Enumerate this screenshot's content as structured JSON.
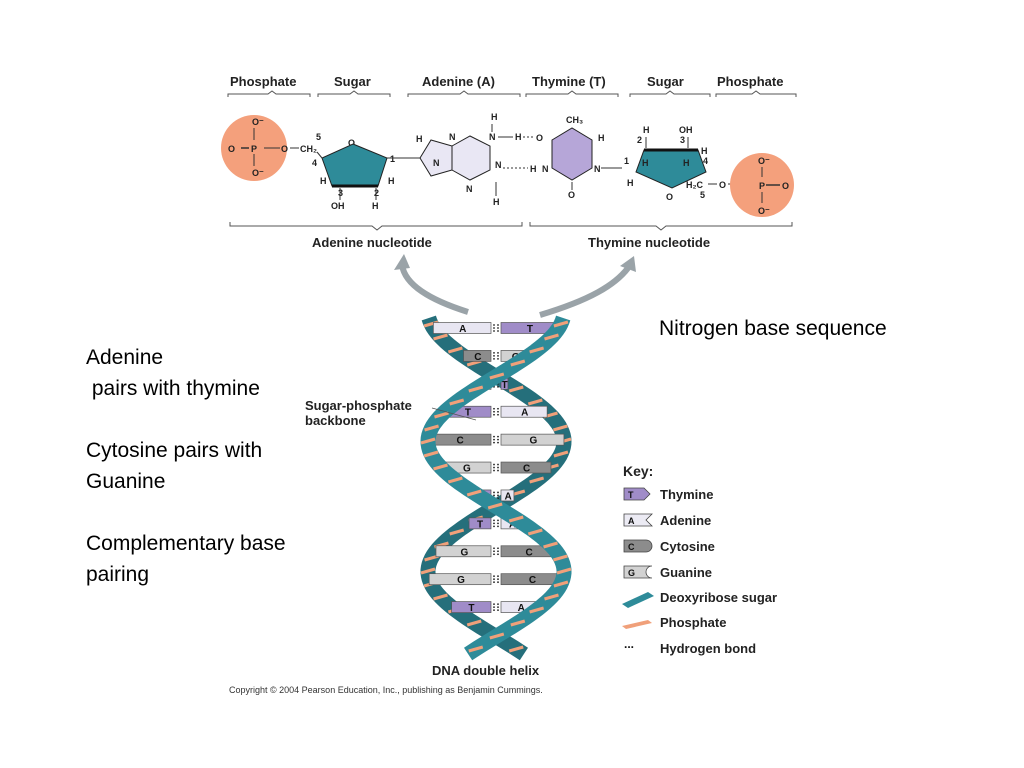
{
  "nucleotide_panel": {
    "headers": [
      "Phosphate",
      "Sugar",
      "Adenine (A)",
      "Thymine (T)",
      "Sugar",
      "Phosphate"
    ],
    "labels": [
      "Adenine nucleotide",
      "Thymine nucleotide"
    ],
    "atoms": {
      "o_minus": "O⁻",
      "o": "O",
      "p": "P",
      "n": "N",
      "h": "H",
      "ch2": "CH₂",
      "h2c": "H₂C",
      "ch3": "CH₃",
      "oh": "OH",
      "num1": "1",
      "num2": "2",
      "num3": "3",
      "num4": "4",
      "num5": "5"
    }
  },
  "helix": {
    "label": "DNA double helix",
    "backbone_label": "Sugar-phosphate backbone",
    "base_pairs": [
      [
        "A",
        "T"
      ],
      [
        "C",
        "G"
      ],
      [
        "A",
        "T"
      ],
      [
        "T",
        "A"
      ],
      [
        "C",
        "G"
      ],
      [
        "G",
        "C"
      ],
      [
        "T",
        "A"
      ],
      [
        "T",
        "A"
      ],
      [
        "G",
        "C"
      ],
      [
        "G",
        "C"
      ],
      [
        "T",
        "A"
      ]
    ],
    "colors": {
      "sugar": "#2e8b99",
      "phosphate": "#f0a07a",
      "thymine": "#a08cc8",
      "adenine": "#e8e6f2",
      "cytosine": "#8c8c8c",
      "guanine": "#d2d2d2"
    }
  },
  "key": {
    "title": "Key:",
    "items": [
      {
        "symbol": "T",
        "label": "Thymine"
      },
      {
        "symbol": "A",
        "label": "Adenine"
      },
      {
        "symbol": "C",
        "label": "Cytosine"
      },
      {
        "symbol": "G",
        "label": "Guanine"
      },
      {
        "symbol": "",
        "label": "Deoxyribose sugar"
      },
      {
        "symbol": "",
        "label": "Phosphate"
      },
      {
        "symbol": "...",
        "label": "Hydrogen bond"
      }
    ]
  },
  "notes": {
    "nitrogen_base_sequence": "Nitrogen base sequence",
    "adenine_line1": "Adenine",
    "adenine_line2": " pairs with thymine",
    "cytosine_line1": "Cytosine pairs with",
    "cytosine_line2": "Guanine",
    "complementary_line1": "Complementary base",
    "complementary_line2": "pairing"
  },
  "copyright": "Copyright © 2004 Pearson Education, Inc., publishing as Benjamin Cummings."
}
